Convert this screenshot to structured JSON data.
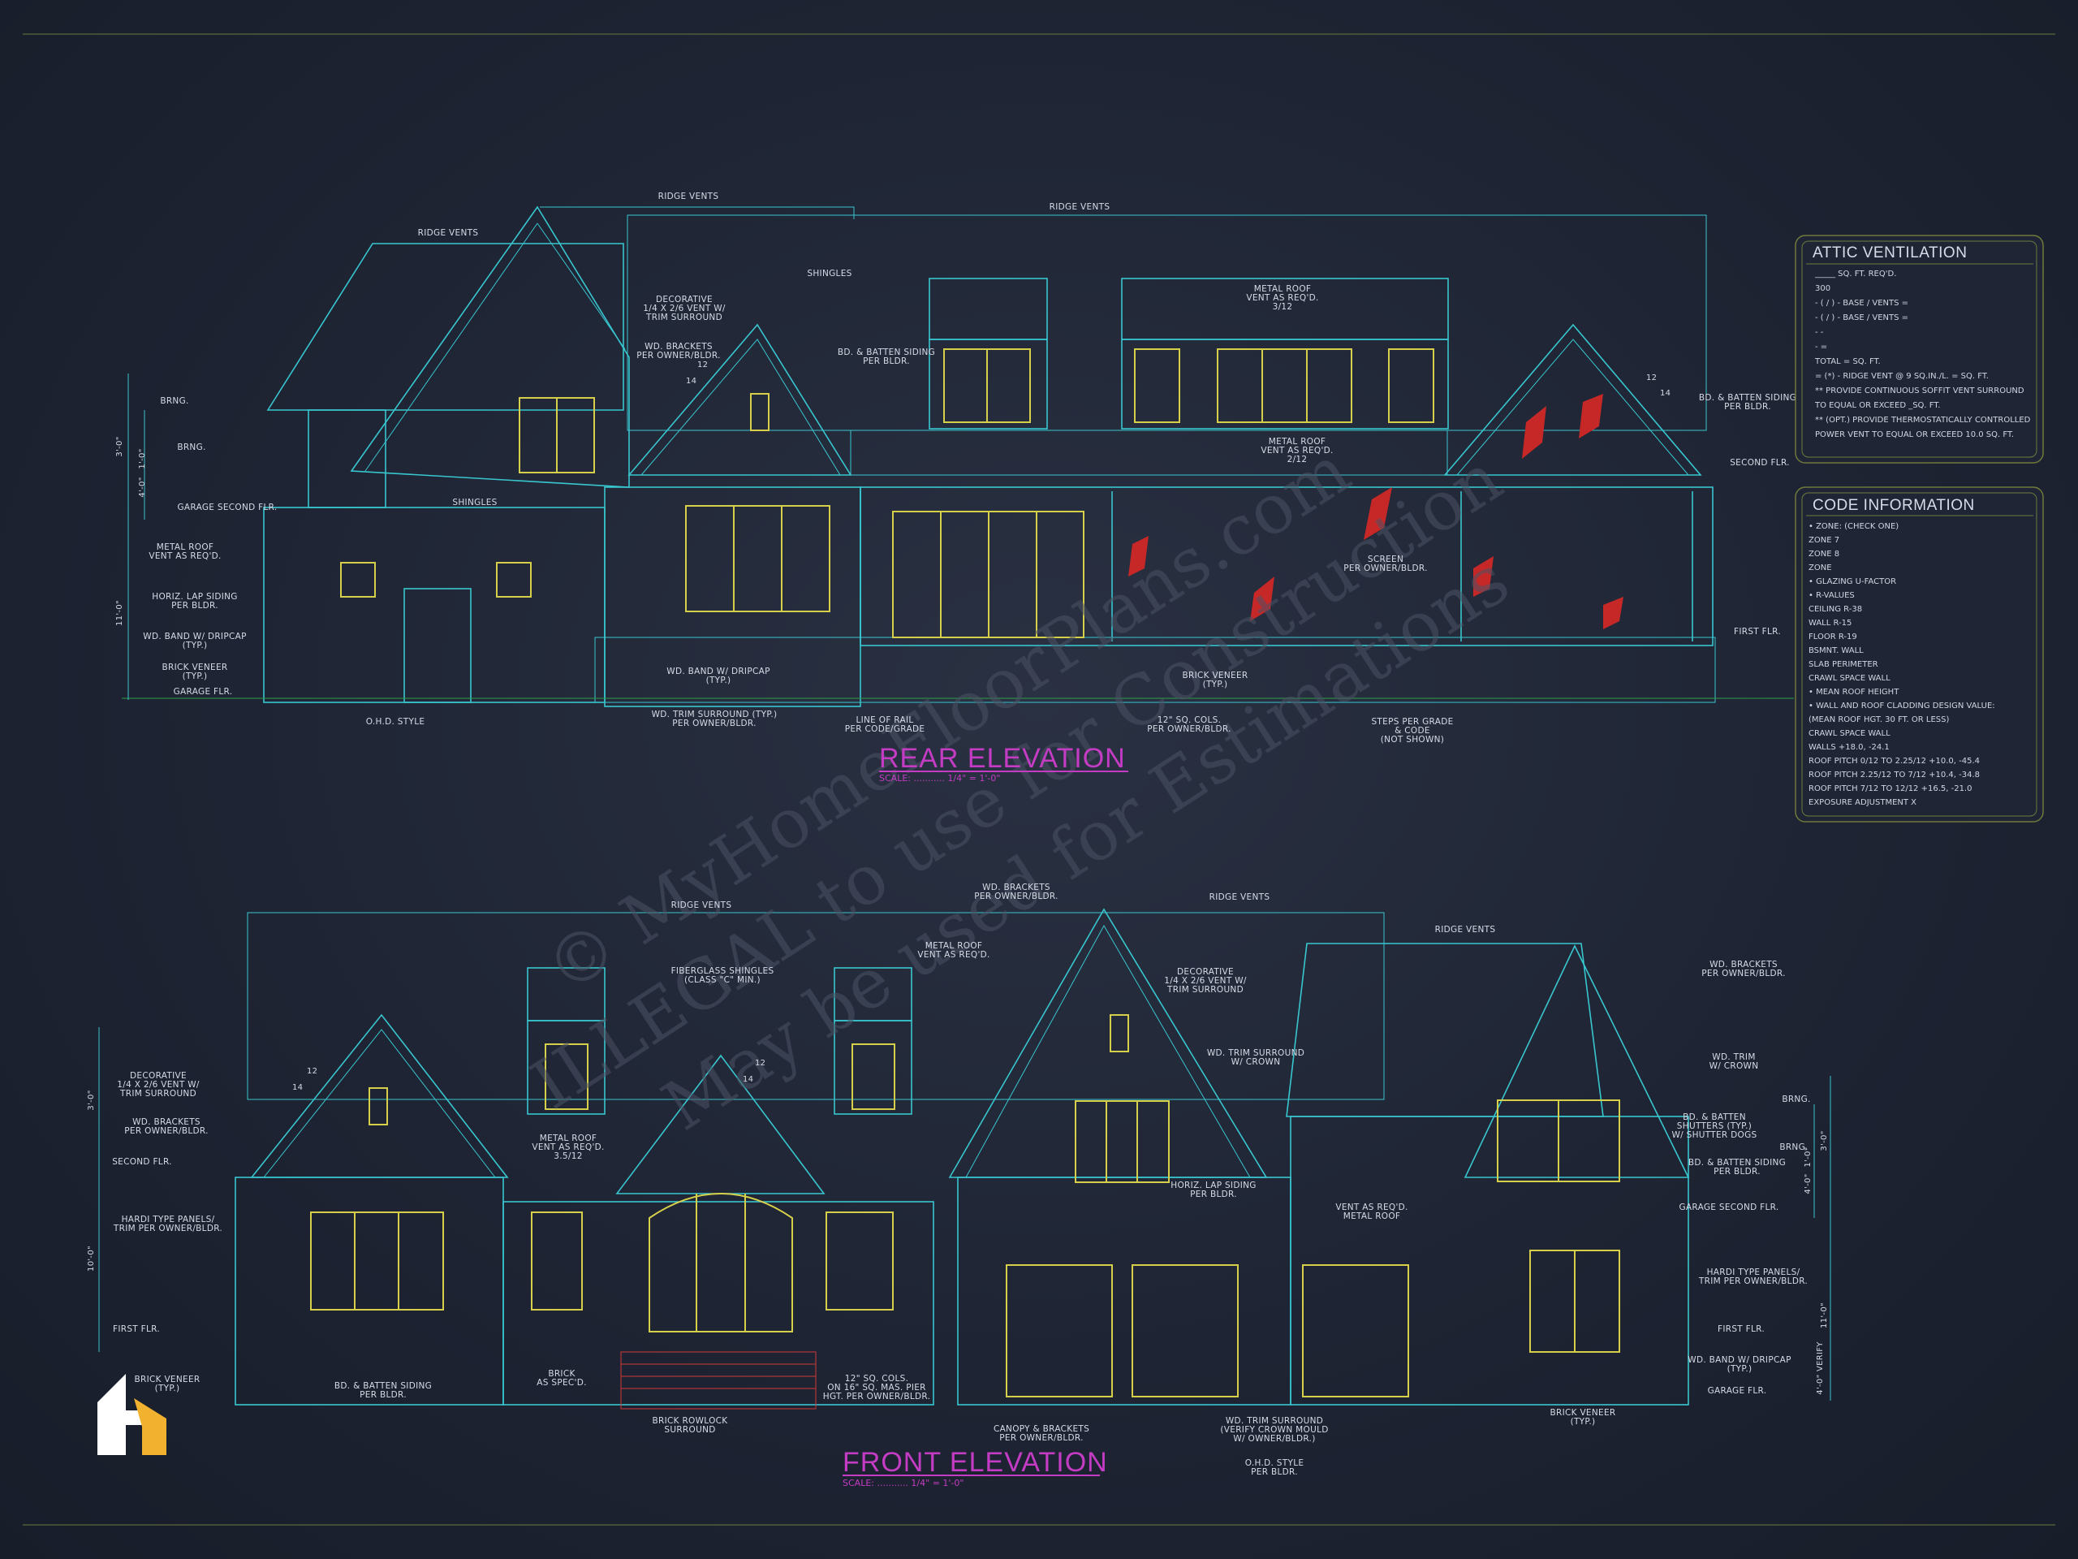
{
  "rear_elevation": {
    "title": "REAR ELEVATION",
    "scale": "SCALE: ........... 1/4\" = 1'-0\"",
    "callouts": [
      "RIDGE VENTS",
      "RIDGE VENTS",
      "RIDGE VENTS",
      "SHINGLES",
      "DECORATIVE",
      "1/4 x 2/6 VENT W/",
      "TRIM SURROUND",
      "WD. BRACKETS",
      "PER OWNER/BLDR.",
      "BD. & BATTEN SIDING",
      "PER BLDR.",
      "METAL ROOF",
      "VENT AS REQ'D.",
      "3/12",
      "METAL ROOF",
      "VENT AS REQ'D.",
      "2/12",
      "BD. & BATTEN SIDING",
      "PER BLDR.",
      "SECOND FLR.",
      "BRNG.",
      "BRNG.",
      "GARAGE SECOND FLR.",
      "METAL ROOF",
      "VENT AS REQ'D.",
      "SHINGLES",
      "HORIZ. LAP SIDING",
      "PER BLDR.",
      "WD. BAND W/ DRIPCAP",
      "(TYP.)",
      "BRICK VENEER",
      "(TYP.)",
      "GARAGE FLR.",
      "SCREEN",
      "PER OWNER/BLDR.",
      "FIRST FLR.",
      "WD. BAND W/ DRIPCAP",
      "(TYP.)",
      "BRICK VENEER",
      "(TYP.)",
      "O.H.D. STYLE",
      "WD. TRIM SURROUND (TYP.)",
      "PER OWNER/BLDR.",
      "LINE OF RAIL",
      "PER CODE/GRADE",
      "12\" SQ. COLS.",
      "PER OWNER/BLDR.",
      "STEPS PER GRADE",
      "& CODE",
      "(NOT SHOWN)"
    ]
  },
  "front_elevation": {
    "title": "FRONT ELEVATION",
    "scale": "SCALE: ........... 1/4\" = 1'-0\"",
    "callouts": [
      "RIDGE VENTS",
      "WD. BRACKETS",
      "PER OWNER/BLDR.",
      "RIDGE VENTS",
      "RIDGE VENTS",
      "METAL ROOF",
      "VENT AS REQ'D.",
      "FIBERGLASS SHINGLES",
      "(CLASS \"C\" MIN.)",
      "DECORATIVE",
      "1/4 x 2/6 VENT W/",
      "TRIM SURROUND",
      "WD. BRACKETS",
      "PER OWNER/BLDR.",
      "WD. TRIM",
      "W/ CROWN",
      "DECORATIVE",
      "1/4 x 2/6 VENT W/",
      "TRIM SURROUND",
      "WD. TRIM SURROUND",
      "W/ CROWN",
      "WD. BRACKETS",
      "PER OWNER/BLDR.",
      "METAL ROOF",
      "VENT AS REQ'D.",
      "3.5/12",
      "SECOND FLR.",
      "BD. & BATTEN",
      "SHUTTERS (TYP.)",
      "W/ SHUTTER DOGS",
      "BD. & BATTEN SIDING",
      "PER BLDR.",
      "HORIZ. LAP SIDING",
      "PER BLDR.",
      "VENT AS REQ'D.",
      "METAL ROOF",
      "GARAGE SECOND FLR.",
      "HARDI TYPE PANELS/",
      "TRIM PER OWNER/BLDR.",
      "HARDI TYPE PANELS/",
      "TRIM PER OWNER/BLDR.",
      "FIRST FLR.",
      "FIRST FLR.",
      "BRICK VENEER",
      "(TYP.)",
      "BD. & BATTEN SIDING",
      "PER BLDR.",
      "BRICK",
      "AS SPEC'D.",
      "12\" SQ. COLS.",
      "ON 16\" SQ. MAS. PIER",
      "HGT. PER OWNER/BLDR.",
      "WD. BAND W/ DRIPCAP",
      "(TYP.)",
      "GARAGE FLR.",
      "BRICK ROWLOCK",
      "SURROUND",
      "CANOPY & BRACKETS",
      "PER OWNER/BLDR.",
      "WD. TRIM SURROUND",
      "(VERIFY CROWN MOULD",
      "W/ OWNER/BLDR.)",
      "O.H.D. STYLE",
      "PER BLDR.",
      "BRICK VENEER",
      "(TYP.)",
      "BRNG.",
      "BRNG."
    ]
  },
  "attic_ventilation": {
    "title": "ATTIC VENTILATION",
    "lines": [
      "_____ SQ. FT. REQ'D.",
      "300",
      "- ( / ) -      BASE   /   VENTS  =",
      "- ( / ) -      BASE   /   VENTS  =",
      "-                              -",
      "-                              =",
      "                    TOTAL  =  SQ. FT.",
      "= (*) - RIDGE VENT @ 9 SQ.IN./L. = SQ. FT.",
      "** PROVIDE CONTINUOUS SOFFIT VENT SURROUND",
      "   TO EQUAL OR EXCEED _SQ. FT.",
      "** (OPT.) PROVIDE THERMOSTATICALLY CONTROLLED",
      "   POWER VENT TO EQUAL OR EXCEED 10.0 SQ. FT."
    ]
  },
  "code_information": {
    "title": "CODE INFORMATION",
    "lines": [
      "• ZONE: (CHECK ONE)",
      "      ZONE 7",
      "      ZONE 8",
      "      ZONE",
      "• GLAZING U-FACTOR",
      "• R-VALUES",
      "      CEILING           R-38",
      "      WALL               R-15",
      "      FLOOR             R-19",
      "      BSMNT. WALL",
      "      SLAB PERIMETER",
      "      CRAWL SPACE WALL",
      "• MEAN ROOF HEIGHT",
      "• WALL AND ROOF CLADDING DESIGN VALUE:",
      "  (MEAN ROOF HGT. 30 FT. OR LESS)",
      "      CRAWL SPACE WALL",
      "      WALLS                          +18.0, -24.1",
      "      ROOF PITCH 0/12 TO 2.25/12   +10.0, -45.4",
      "      ROOF PITCH 2.25/12 TO 7/12   +10.4, -34.8",
      "      ROOF PITCH 7/12 TO 12/12     +16.5, -21.0",
      "      EXPOSURE ADJUSTMENT          x"
    ]
  },
  "dimensions": {
    "rear_left": [
      "3'-0\"",
      "1'-0\"",
      "4'-0\"",
      "11'-0\""
    ],
    "front_left": [
      "3'-0\"",
      "10'-0\""
    ],
    "front_right": [
      "3'-0\"",
      "1'-0\"",
      "4'-0\"",
      "11'-0\"",
      "4'-0\" VERIFY"
    ],
    "pitch_labels": [
      "12",
      "14",
      "12",
      "14",
      "12",
      "14",
      "12",
      "14"
    ]
  },
  "watermark": {
    "line1": "© MyHomeFloorPlans.com",
    "line2": "ILLEGAL to use for Construction",
    "line3": "May be used for Estimations"
  },
  "colors": {
    "background": "#1e2433",
    "outline": "#38c6cf",
    "hatch": "#d23838",
    "windows": "#d6cf4a",
    "title": "#c43cc4",
    "logo_white": "#ffffff",
    "logo_gold": "#f2b230"
  }
}
